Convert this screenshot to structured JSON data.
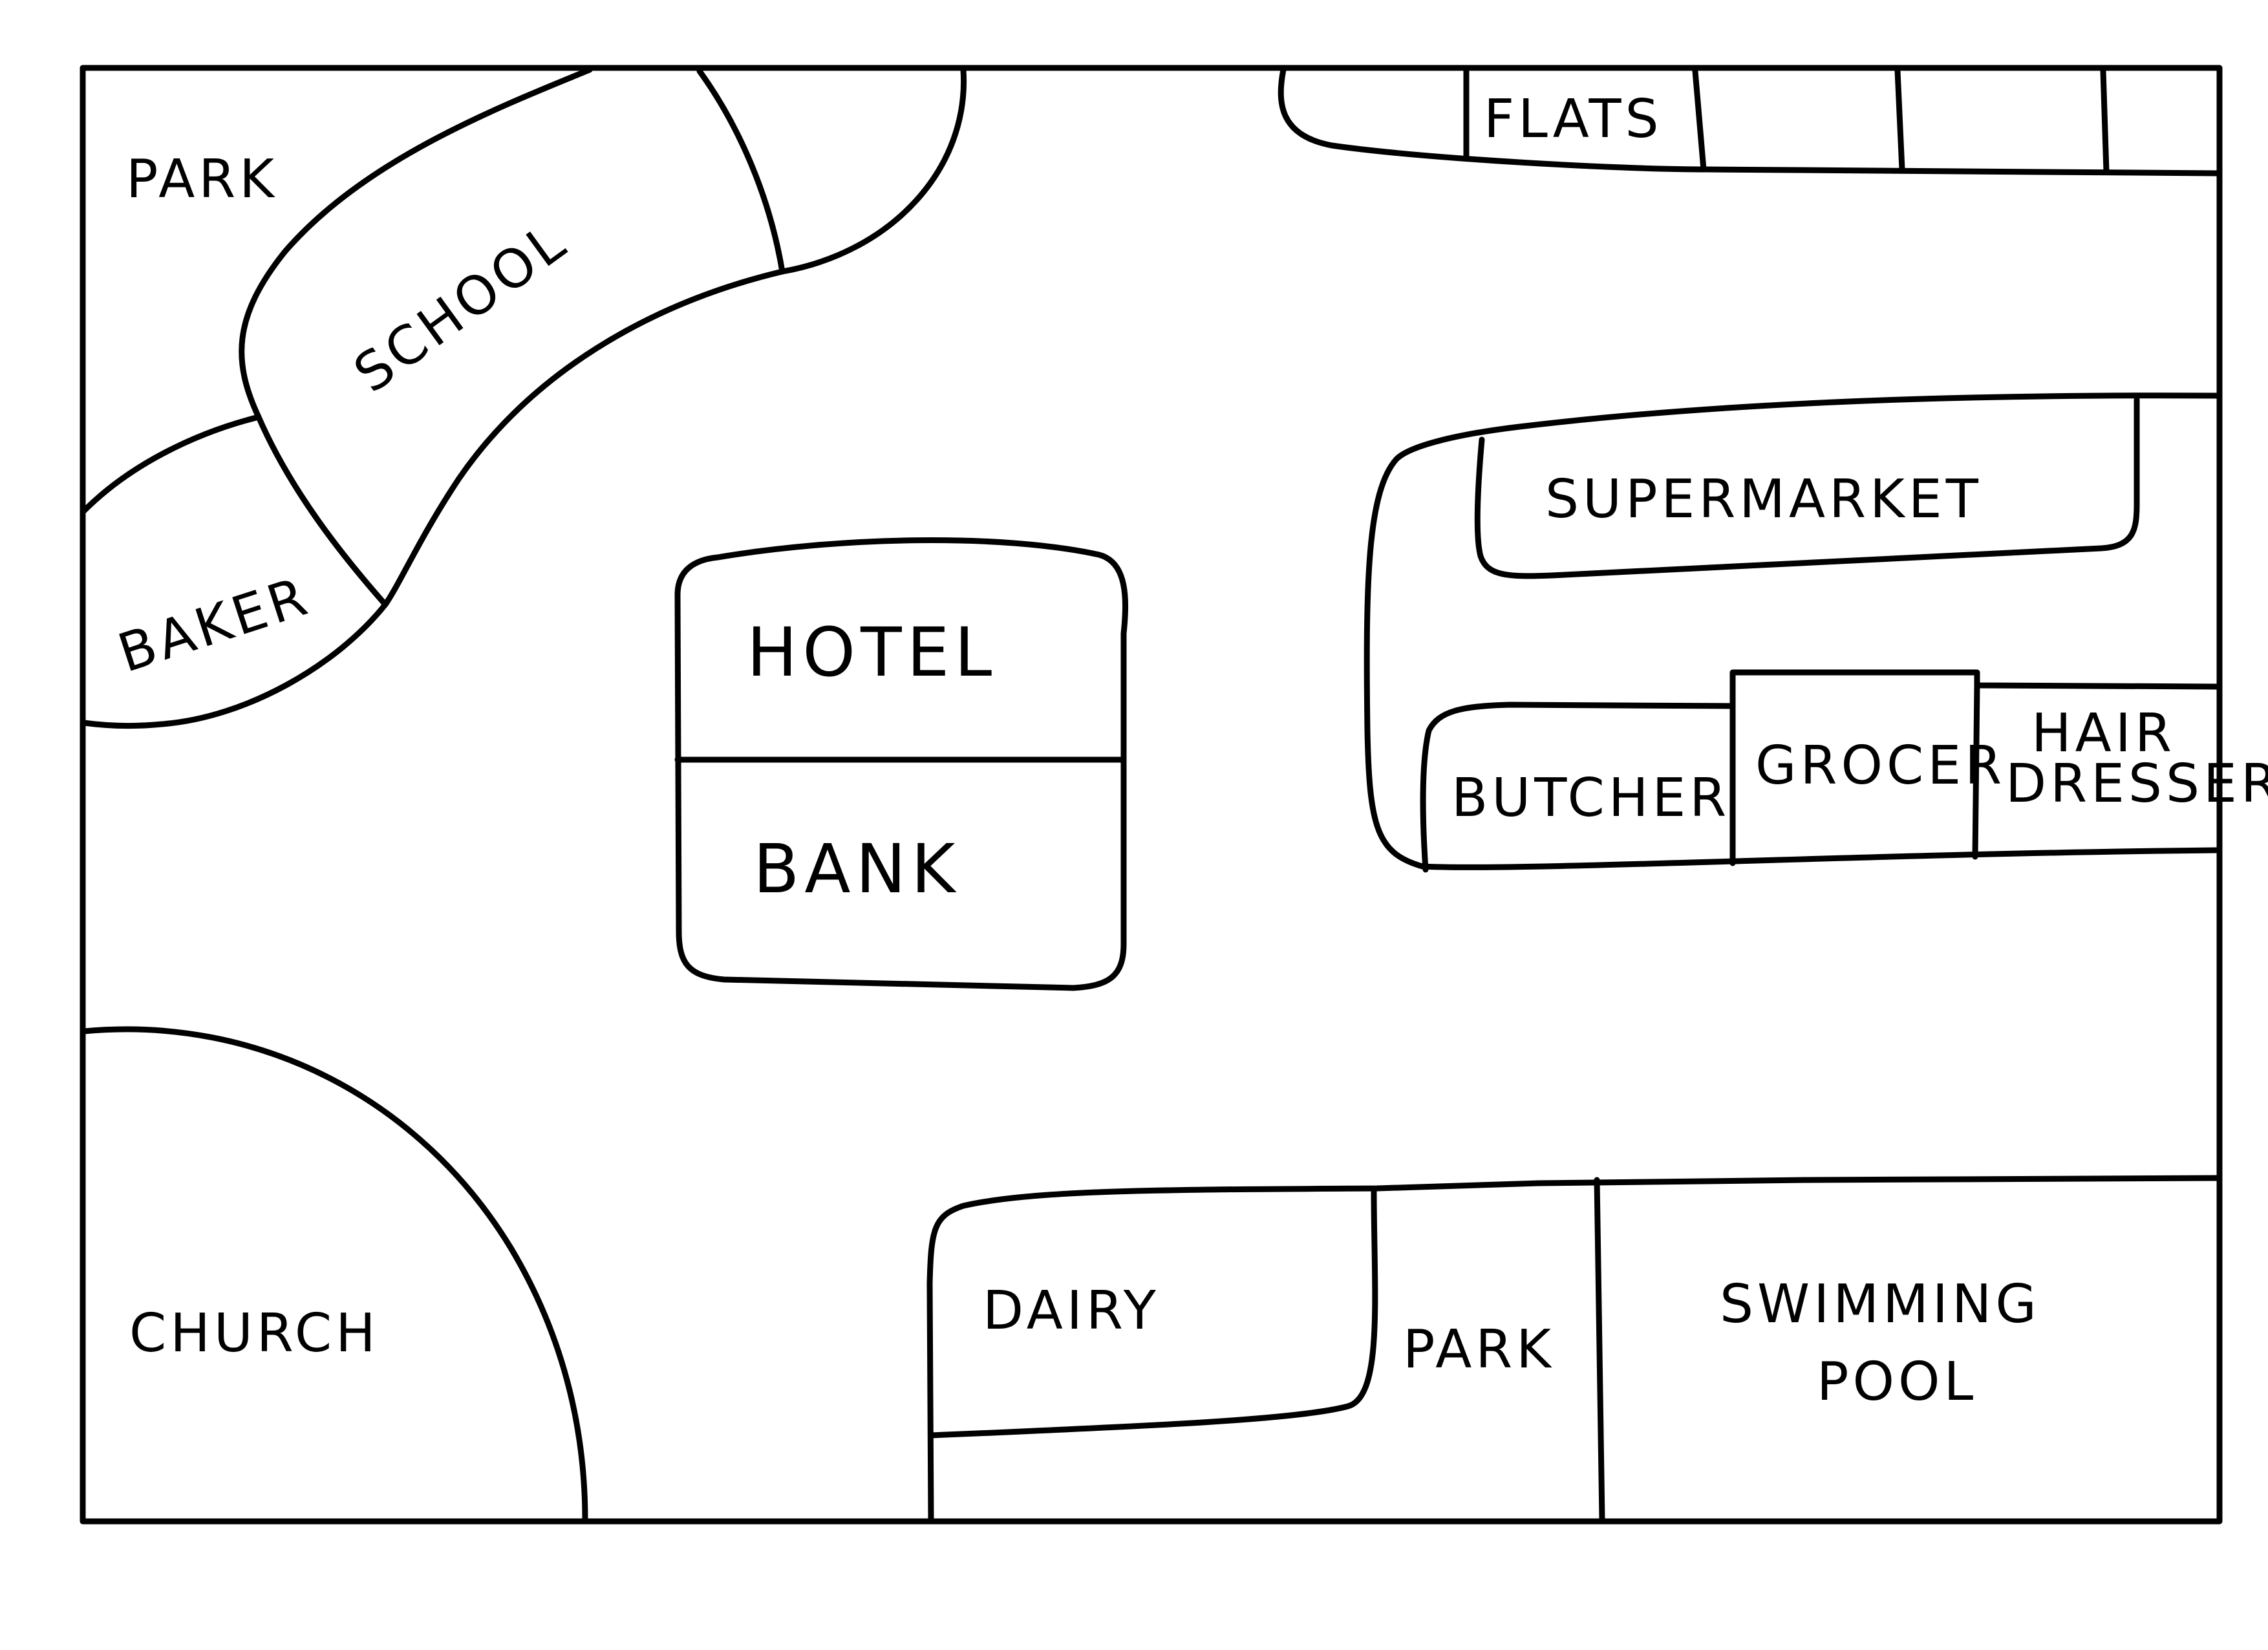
{
  "map": {
    "labels": {
      "park_top_left": "PARK",
      "school": "SCHOOL",
      "baker": "BAKER",
      "flats": "FLATS",
      "hotel": "HOTEL",
      "bank": "BANK",
      "supermarket": "SUPERMARKET",
      "butcher": "BUTCHER",
      "grocer": "GROCER",
      "hairdresser_line1": "HAIR",
      "hairdresser_line2": "DRESSER",
      "church": "CHURCH",
      "dairy": "DAIRY",
      "park_bottom": "PARK",
      "swimming_pool_line1": "SWIMMING",
      "swimming_pool_line2": "POOL"
    },
    "stroke_color": "#000000",
    "background_color": "#ffffff"
  }
}
